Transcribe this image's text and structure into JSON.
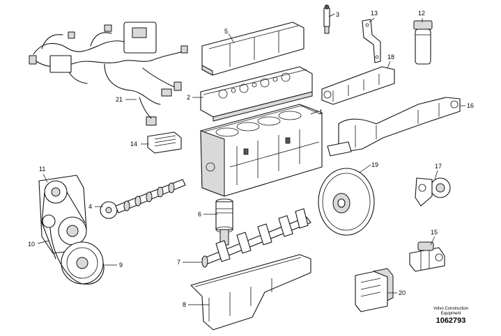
{
  "callouts": [
    "1",
    "2",
    "3",
    "4",
    "5",
    "6",
    "7",
    "8",
    "9",
    "10",
    "11",
    "12",
    "13",
    "14",
    "15",
    "16",
    "17",
    "18",
    "19",
    "20",
    "21"
  ],
  "brand": {
    "line1": "Volvo Construction",
    "line2": "Equipment",
    "number": "1062793"
  }
}
